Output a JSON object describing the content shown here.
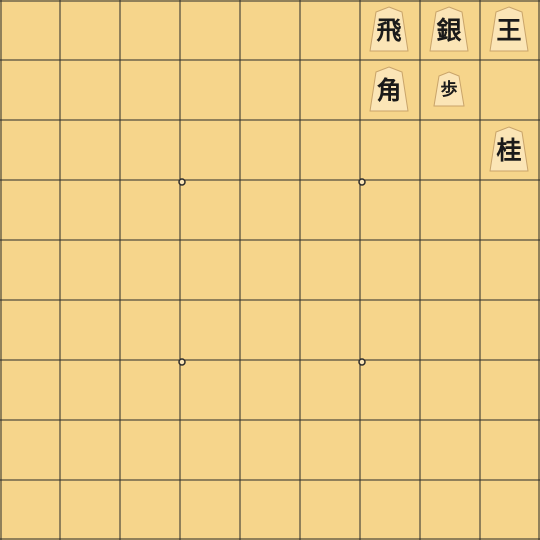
{
  "board": {
    "files": 9,
    "ranks": 9,
    "colors": {
      "board": "#f6d58b",
      "line": "#2a2a2a",
      "piece_face": "#fbe5b6",
      "piece_edge": "#c9a46a",
      "text": "#1a1a1a"
    }
  },
  "pieces": [
    {
      "id": "king",
      "char": "王",
      "name": "king",
      "file": 1,
      "rank": 1,
      "small": false
    },
    {
      "id": "silver",
      "char": "銀",
      "name": "silver",
      "file": 2,
      "rank": 1,
      "small": false
    },
    {
      "id": "rook",
      "char": "飛",
      "name": "rook",
      "file": 3,
      "rank": 1,
      "small": false
    },
    {
      "id": "pawn",
      "char": "歩",
      "name": "pawn",
      "file": 2,
      "rank": 2,
      "small": true
    },
    {
      "id": "bishop",
      "char": "角",
      "name": "bishop",
      "file": 3,
      "rank": 2,
      "small": false
    },
    {
      "id": "knight",
      "char": "桂",
      "name": "knight",
      "file": 1,
      "rank": 3,
      "small": false
    }
  ]
}
